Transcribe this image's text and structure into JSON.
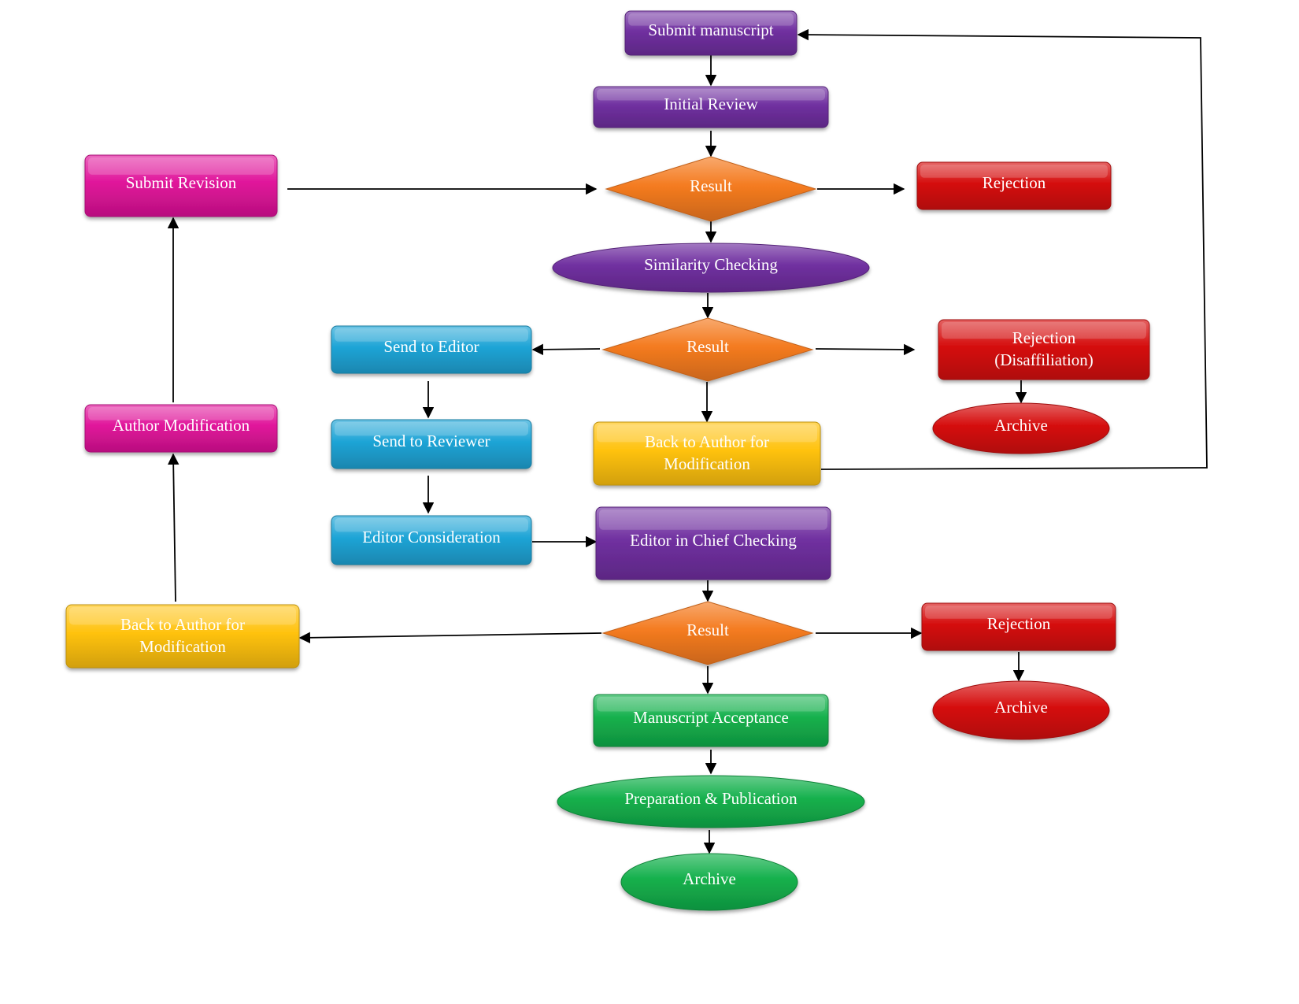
{
  "colors": {
    "purple": "#7030a0",
    "orange": "#f47b20",
    "magenta": "#e0149a",
    "red": "#d50d0d",
    "blue": "#1ea4d6",
    "yellow": "#ffc20e",
    "green": "#14b04c",
    "connector": "#000000"
  },
  "nodes": {
    "submit_manuscript": {
      "label": "Submit manuscript",
      "shape": "rect",
      "color": "purple"
    },
    "initial_review": {
      "label": "Initial Review",
      "shape": "rect",
      "color": "purple"
    },
    "result_1": {
      "label": "Result",
      "shape": "diamond",
      "color": "orange"
    },
    "rejection_1": {
      "label": "Rejection",
      "shape": "rect",
      "color": "red"
    },
    "submit_revision": {
      "label": "Submit Revision",
      "shape": "rect",
      "color": "magenta"
    },
    "similarity_checking": {
      "label": "Similarity Checking",
      "shape": "ellipse",
      "color": "purple"
    },
    "result_2": {
      "label": "Result",
      "shape": "diamond",
      "color": "orange"
    },
    "send_to_editor": {
      "label": "Send to Editor",
      "shape": "rect",
      "color": "blue"
    },
    "rejection_disaffiliation": {
      "label": "Rejection",
      "label2": "(Disaffiliation)",
      "shape": "rect",
      "color": "red"
    },
    "archive_1": {
      "label": "Archive",
      "shape": "ellipse",
      "color": "red"
    },
    "author_modification": {
      "label": "Author Modification",
      "shape": "rect",
      "color": "magenta"
    },
    "send_to_reviewer": {
      "label": "Send to Reviewer",
      "shape": "rect",
      "color": "blue"
    },
    "back_to_author_1": {
      "label": "Back to Author for",
      "label2": "Modification",
      "shape": "rect",
      "color": "yellow"
    },
    "editor_consideration": {
      "label": "Editor Consideration",
      "shape": "rect",
      "color": "blue"
    },
    "editor_in_chief_checking": {
      "label": "Editor in Chief Checking",
      "shape": "rect",
      "color": "purple"
    },
    "back_to_author_2": {
      "label": "Back to Author for",
      "label2": "Modification",
      "shape": "rect",
      "color": "yellow"
    },
    "result_3": {
      "label": "Result",
      "shape": "diamond",
      "color": "orange"
    },
    "rejection_2": {
      "label": "Rejection",
      "shape": "rect",
      "color": "red"
    },
    "archive_2": {
      "label": "Archive",
      "shape": "ellipse",
      "color": "red"
    },
    "manuscript_acceptance": {
      "label": "Manuscript Acceptance",
      "shape": "rect",
      "color": "green"
    },
    "preparation_publication": {
      "label": "Preparation & Publication",
      "shape": "ellipse",
      "color": "green"
    },
    "archive_3": {
      "label": "Archive",
      "shape": "ellipse",
      "color": "green"
    }
  },
  "edges": [
    {
      "from": "submit_manuscript",
      "to": "initial_review"
    },
    {
      "from": "initial_review",
      "to": "result_1"
    },
    {
      "from": "result_1",
      "to": "rejection_1"
    },
    {
      "from": "submit_revision",
      "to": "result_1"
    },
    {
      "from": "result_1",
      "to": "similarity_checking"
    },
    {
      "from": "similarity_checking",
      "to": "result_2"
    },
    {
      "from": "result_2",
      "to": "send_to_editor"
    },
    {
      "from": "result_2",
      "to": "rejection_disaffiliation"
    },
    {
      "from": "rejection_disaffiliation",
      "to": "archive_1"
    },
    {
      "from": "result_2",
      "to": "back_to_author_1"
    },
    {
      "from": "back_to_author_1",
      "to": "submit_manuscript"
    },
    {
      "from": "send_to_editor",
      "to": "send_to_reviewer"
    },
    {
      "from": "send_to_reviewer",
      "to": "editor_consideration"
    },
    {
      "from": "editor_consideration",
      "to": "editor_in_chief_checking"
    },
    {
      "from": "editor_in_chief_checking",
      "to": "result_3"
    },
    {
      "from": "result_3",
      "to": "back_to_author_2"
    },
    {
      "from": "result_3",
      "to": "rejection_2"
    },
    {
      "from": "rejection_2",
      "to": "archive_2"
    },
    {
      "from": "result_3",
      "to": "manuscript_acceptance"
    },
    {
      "from": "manuscript_acceptance",
      "to": "preparation_publication"
    },
    {
      "from": "preparation_publication",
      "to": "archive_3"
    },
    {
      "from": "back_to_author_2",
      "to": "author_modification"
    },
    {
      "from": "author_modification",
      "to": "submit_revision"
    }
  ]
}
